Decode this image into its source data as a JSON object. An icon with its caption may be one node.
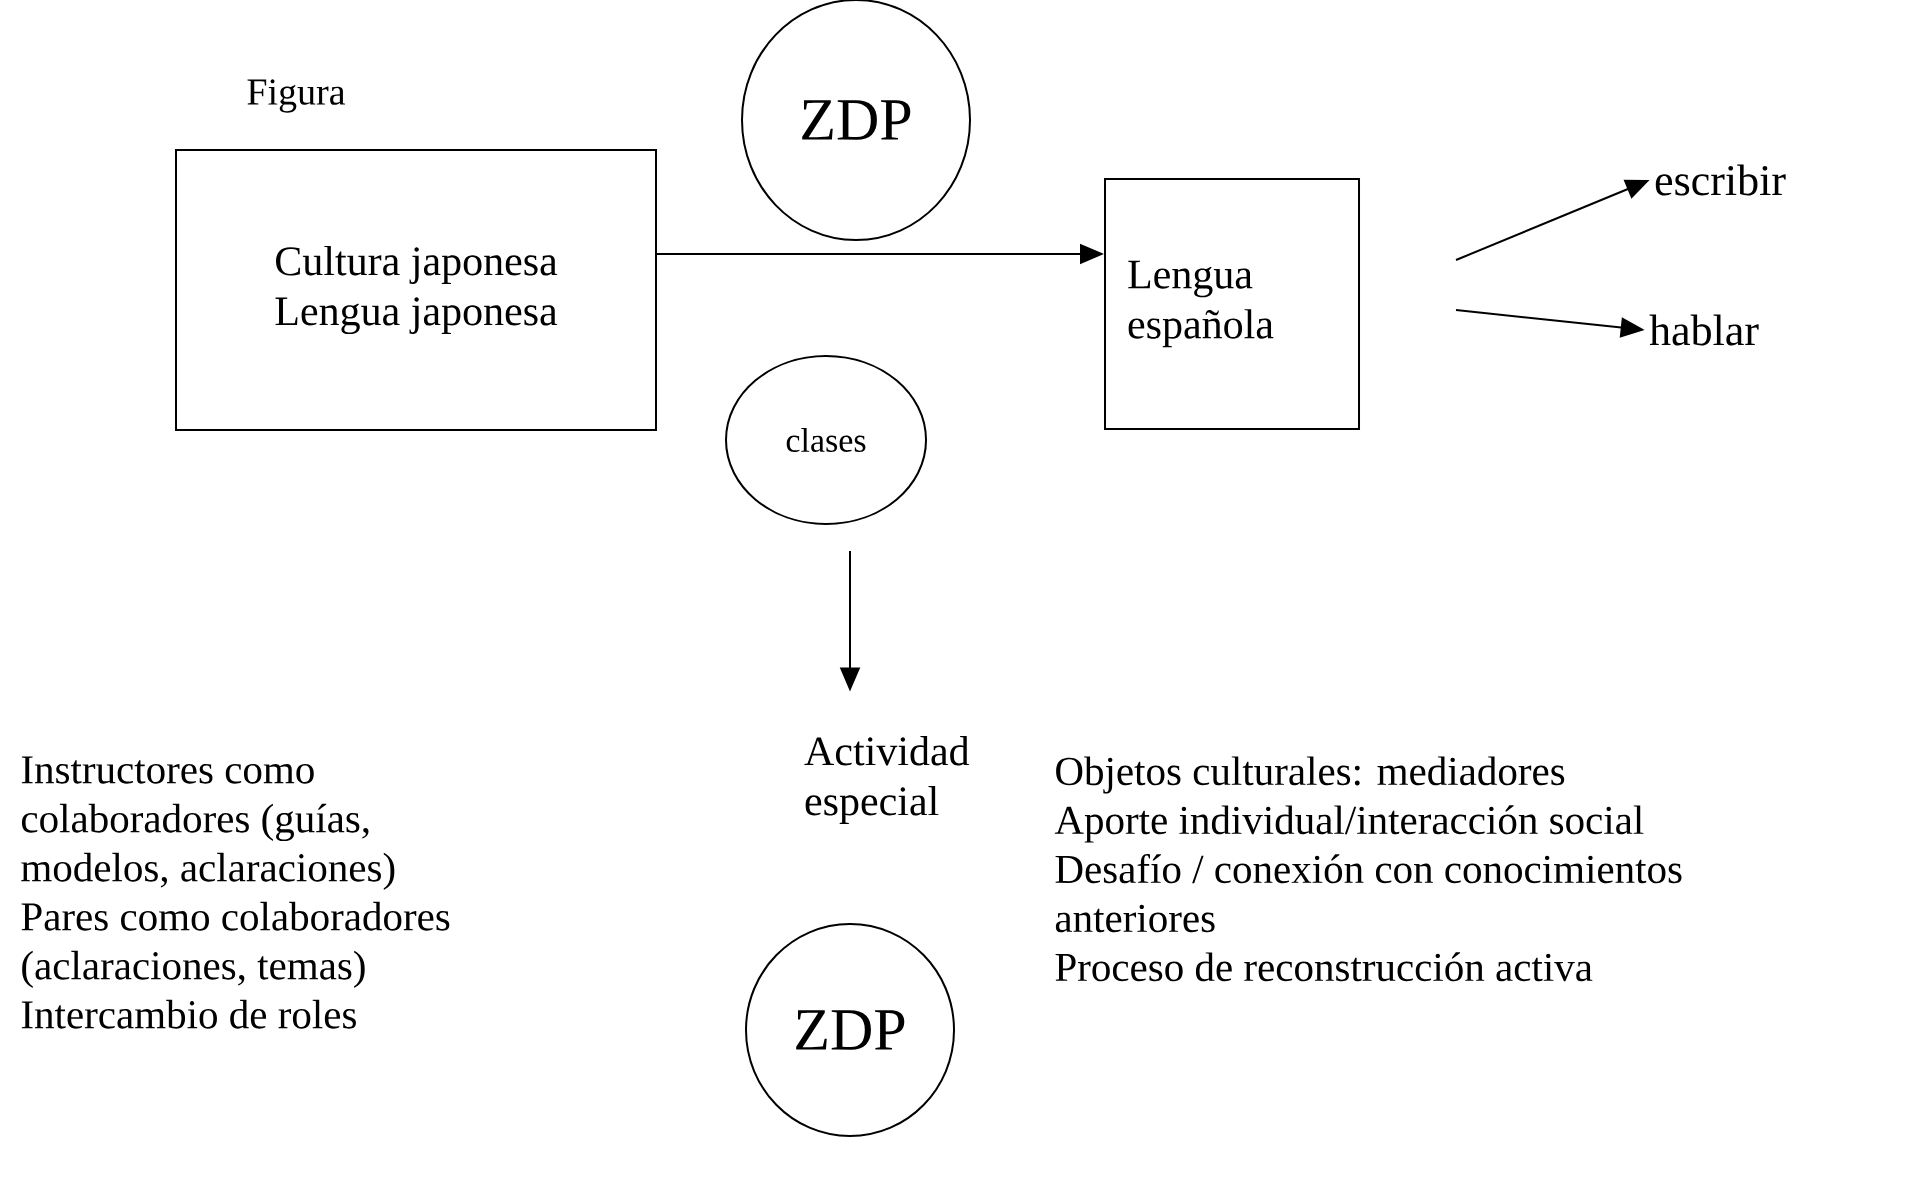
{
  "diagram": {
    "nodes": [
      {
        "text": [
          "Cultura japonesa",
          "Lengua japonesa"
        ]
      },
      {
        "text": [
          "ZDP"
        ]
      },
      {
        "text": [
          "clases"
        ]
      },
      {
        "text": [
          "Lengua española"
        ]
      },
      {
        "text": [
          "escribir"
        ]
      },
      {
        "text": [
          "hablar"
        ]
      },
      {
        "text": [
          "Actividad especial"
        ]
      },
      {
        "text": [
          "ZDP"
        ]
      }
    ],
    "edges": [
      {
        "from": 0,
        "to": 3,
        "arrow": "to"
      },
      {
        "from": 3,
        "to": 4,
        "arrow": "to"
      },
      {
        "from": 3,
        "to": 5,
        "arrow": "to"
      },
      {
        "from": 2,
        "to": 6,
        "arrow": "to"
      }
    ],
    "labels": [
      "Figura",
      "Instructores como colaboradores (guías, modelos, aclaraciones)",
      "Pares como colaboradores (aclaraciones, temas)",
      "Intercambio de roles",
      "Objetos culturales: mediadores",
      "Aporte individual/interacción social",
      "Desafío / conexión con conocimientos anteriores",
      "Proceso de reconstrucción activa"
    ]
  }
}
